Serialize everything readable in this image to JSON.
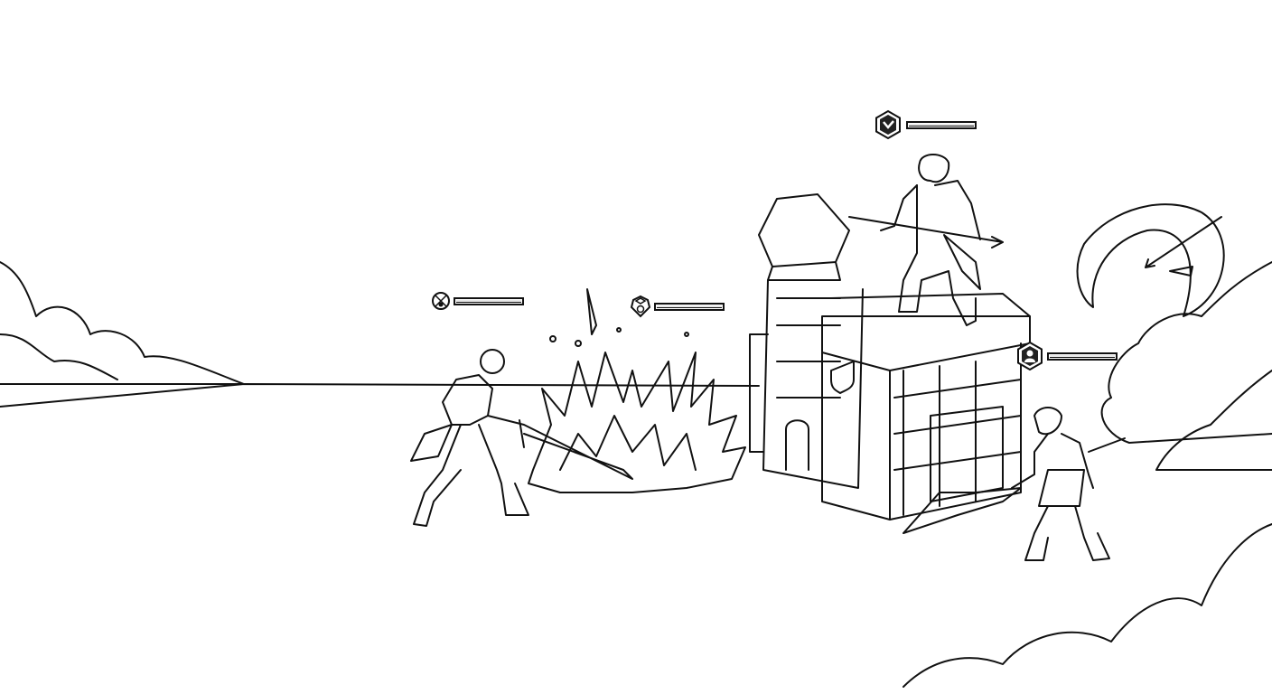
{
  "scene": {
    "style": "black line art on white",
    "colors": {
      "ink": "#111111",
      "background": "#ffffff",
      "bar_fill": "#e8e8e8"
    }
  },
  "units": [
    {
      "id": "swordsman-left",
      "icon": "crossed-swords-icon",
      "health": 1.0
    },
    {
      "id": "explosion-target",
      "icon": "shield-crest-icon",
      "health": 1.0
    },
    {
      "id": "spearman-on-tower",
      "icon": "hexagon-chevron-icon",
      "health": 1.0
    },
    {
      "id": "swordsman-right",
      "icon": "hexagon-person-icon",
      "health": 1.0
    }
  ]
}
